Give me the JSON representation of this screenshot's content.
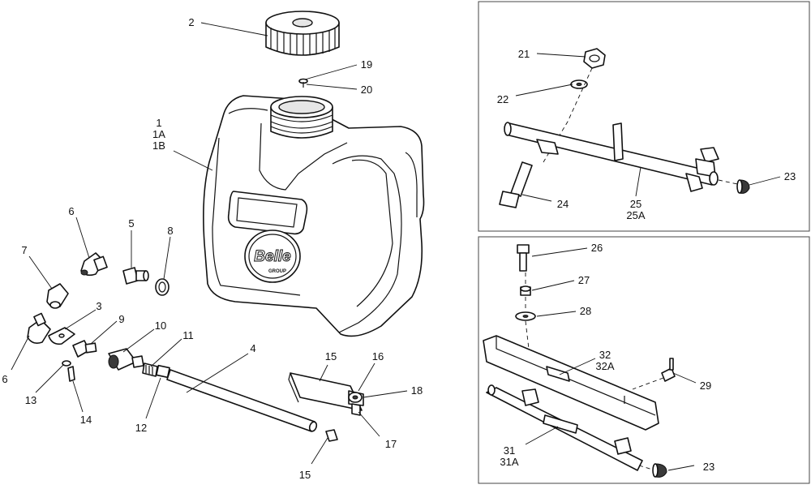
{
  "callouts": {
    "c2": "2",
    "c19": "19",
    "c20": "20",
    "c1": "1",
    "c1a": "1A",
    "c1b": "1B",
    "c6a": "6",
    "c5": "5",
    "c8": "8",
    "c7": "7",
    "c3": "3",
    "c9": "9",
    "c10": "10",
    "c11": "11",
    "c4": "4",
    "c6b": "6",
    "c13": "13",
    "c14": "14",
    "c12": "12",
    "c15a": "15",
    "c16": "16",
    "c18": "18",
    "c17": "17",
    "c15b": "15",
    "c21": "21",
    "c22": "22",
    "c23a": "23",
    "c24": "24",
    "c25": "25",
    "c25a": "25A",
    "c26": "26",
    "c27": "27",
    "c28": "28",
    "c32": "32",
    "c32a": "32A",
    "c29": "29",
    "c31": "31",
    "c31a": "31A",
    "c23b": "23"
  },
  "logo": {
    "text": "Belle",
    "subtext": "GROUP"
  }
}
